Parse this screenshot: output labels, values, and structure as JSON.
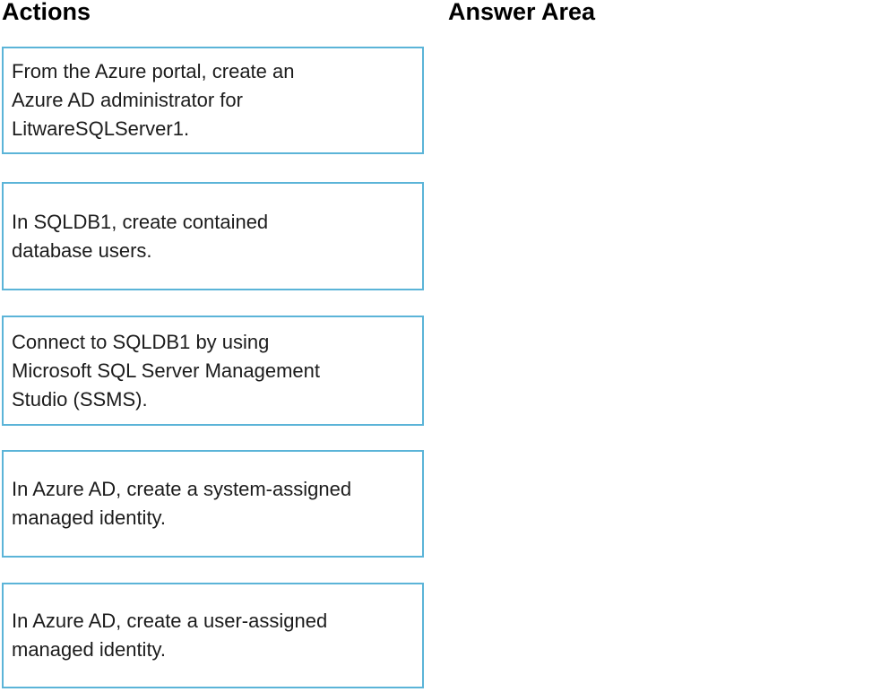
{
  "page": {
    "background": "#ffffff"
  },
  "colors": {
    "card_border": "#5bb4d8",
    "card_background": "#ffffff",
    "heading_text": "#000000",
    "body_text": "#1c1c1c"
  },
  "actions_panel": {
    "heading": "Actions",
    "items": [
      {
        "lines": [
          "From the Azure portal, create an",
          "Azure AD administrator for",
          "LitwareSQLServer1."
        ]
      },
      {
        "lines": [
          "In SQLDB1, create contained",
          "database users."
        ]
      },
      {
        "lines": [
          "Connect to SQLDB1 by using",
          "Microsoft SQL Server Management",
          "Studio (SSMS)."
        ]
      },
      {
        "lines": [
          "In Azure AD, create a system-assigned",
          "managed identity."
        ]
      },
      {
        "lines": [
          "In Azure AD, create a user-assigned",
          "managed identity."
        ]
      }
    ]
  },
  "answer_area": {
    "heading": "Answer Area"
  }
}
